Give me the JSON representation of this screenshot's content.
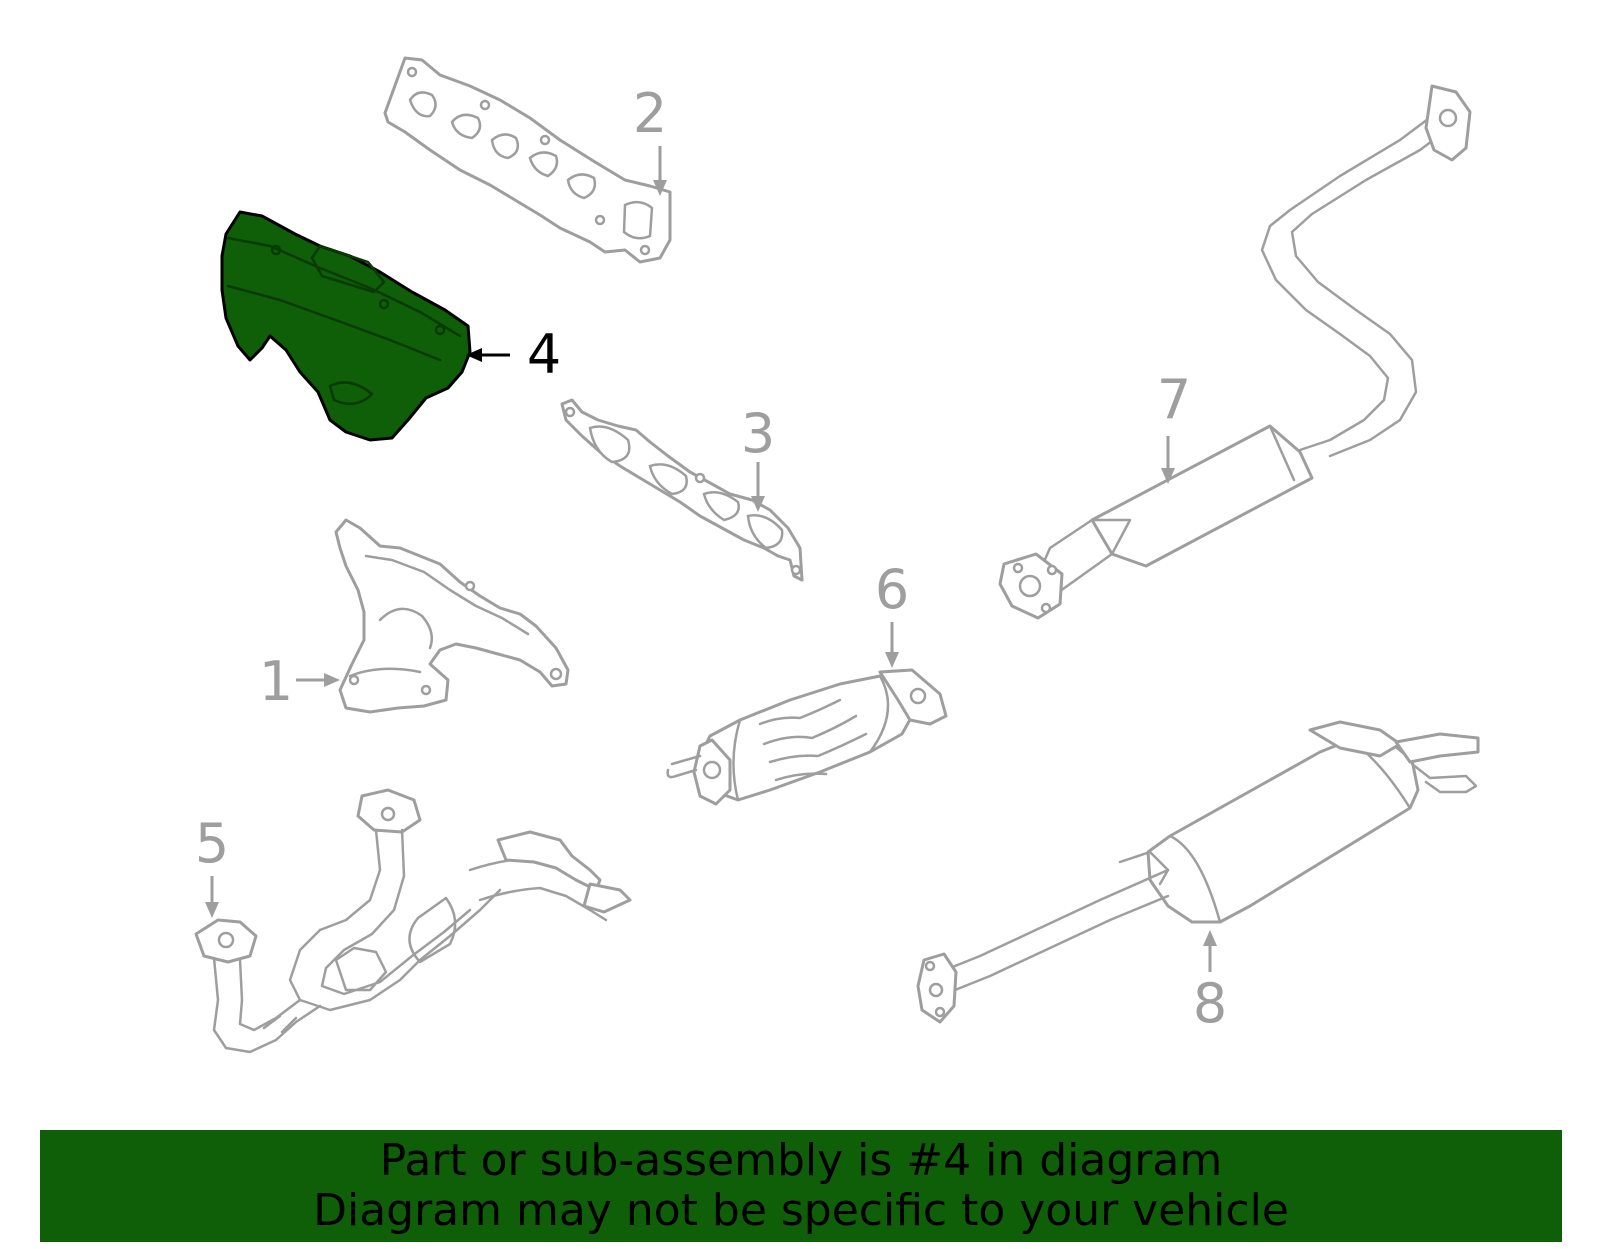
{
  "diagram": {
    "highlight_color": "#0f5e08",
    "line_color": "#9e9e9e",
    "callouts": [
      {
        "number": "1",
        "part": "exhaust-manifold",
        "highlighted": false
      },
      {
        "number": "2",
        "part": "manifold-gasket-upper",
        "highlighted": false
      },
      {
        "number": "3",
        "part": "manifold-gasket-lower",
        "highlighted": false
      },
      {
        "number": "4",
        "part": "heat-shield",
        "highlighted": true
      },
      {
        "number": "5",
        "part": "front-pipe",
        "highlighted": false
      },
      {
        "number": "6",
        "part": "catalytic-converter",
        "highlighted": false
      },
      {
        "number": "7",
        "part": "intermediate-pipe",
        "highlighted": false
      },
      {
        "number": "8",
        "part": "muffler",
        "highlighted": false
      }
    ]
  },
  "banner": {
    "background": "#0f5e08",
    "line1": "Part or sub-assembly is #4 in diagram",
    "line2": "Diagram may not be specific to your vehicle"
  }
}
